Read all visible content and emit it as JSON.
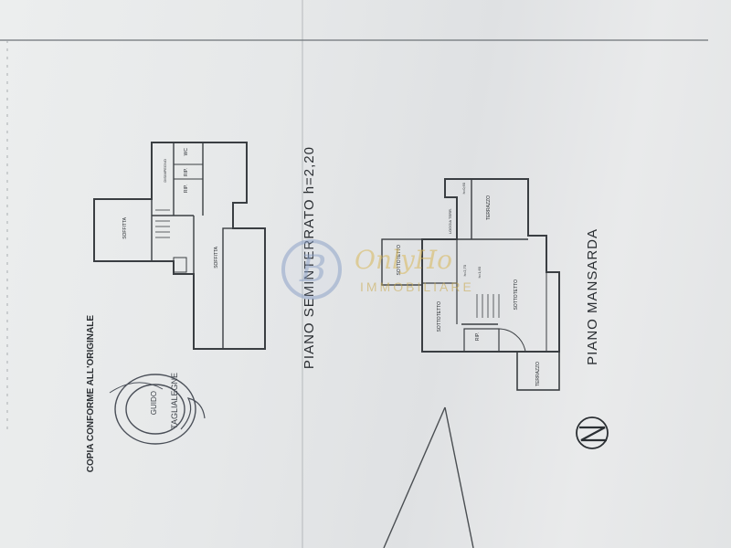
{
  "document": {
    "stamp_caption": "COPIA CONFORME ALL'ORIGINALE",
    "stamp_seal_text": "TAGLIALEGNE",
    "stamp_seal_name": "GUIDO",
    "colors": {
      "paper": "#e6e8e9",
      "ink": "#2b2f33"
    }
  },
  "plans": {
    "seminterrato": {
      "title": "PIANO SEMINTERRATO h=2,20",
      "rooms": {
        "main": "SOFFITTA",
        "left": "SOFFITTA",
        "corridor": "DISIMPEGNO",
        "wc": "WC",
        "rip1": "RIP.",
        "rip2": "RIP."
      }
    },
    "mansarda": {
      "title": "PIANO MANSARDA",
      "rooms": {
        "main": "SOTTOTETTO",
        "upper": "TERRAZZO",
        "lower": "TERRAZZO",
        "left1": "SOTTOTETTO",
        "left2": "SOTTOTETTO",
        "loggia": "LOGGIA TERR.",
        "rip": "RIP.",
        "h1": "h=0,60",
        "h2": "h=2,70",
        "h3": "h=1,60"
      }
    }
  },
  "watermark": {
    "logo_letter": "B",
    "brand": "OnlyHo",
    "subtitle": "IMMOBILIARE"
  },
  "icons": {
    "north_arrow": "north-arrow-icon",
    "seal": "notary-seal-icon"
  }
}
